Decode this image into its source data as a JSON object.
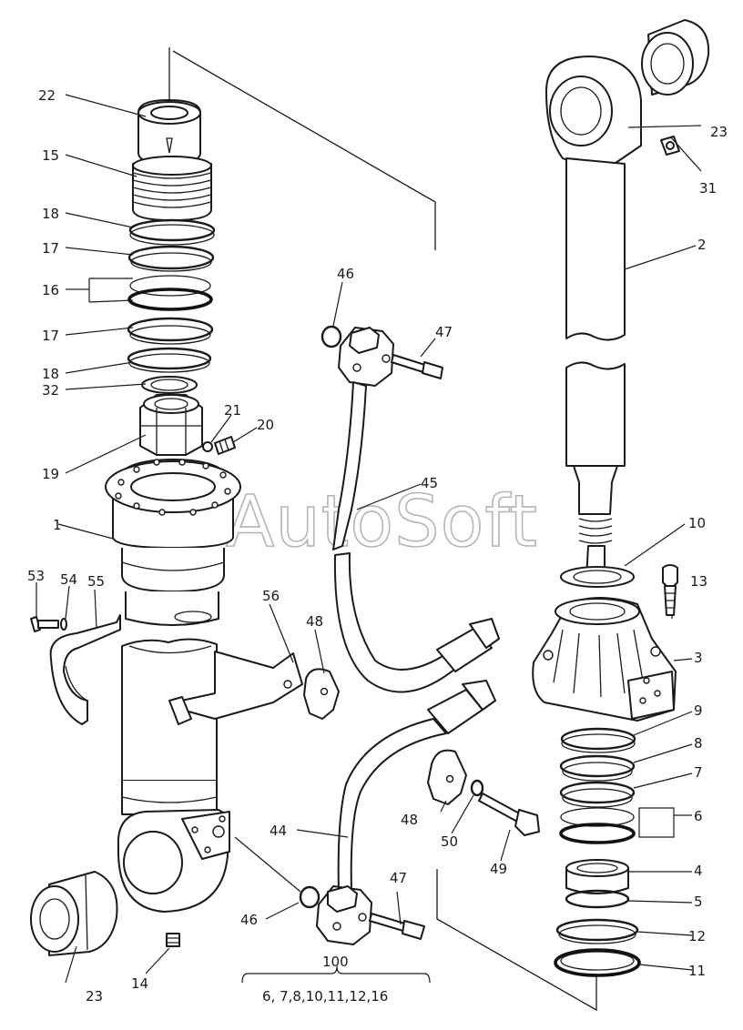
{
  "watermark": "AutoSoft",
  "labels": {
    "l1": "1",
    "l2": "2",
    "l3": "3",
    "l4": "4",
    "l5": "5",
    "l6": "6",
    "l7a": "7",
    "l8a": "8",
    "l9": "9",
    "l10": "10",
    "l11": "11",
    "l12": "12",
    "l13": "13",
    "l14": "14",
    "l15": "15",
    "l16": "16",
    "l17a": "17",
    "l17b": "17",
    "l18a": "18",
    "l18b": "18",
    "l19": "19",
    "l20": "20",
    "l21": "21",
    "l22": "22",
    "l23a": "23",
    "l23b": "23",
    "l31": "31",
    "l32": "32",
    "l44": "44",
    "l45": "45",
    "l46a": "46",
    "l46b": "46",
    "l47a": "47",
    "l47b": "47",
    "l48a": "48",
    "l48b": "48",
    "l49": "49",
    "l50": "50",
    "l53": "53",
    "l54": "54",
    "l55": "55",
    "l56": "56"
  },
  "kit": {
    "number": "100",
    "contents": "6, 7,8,10,11,12,16"
  }
}
